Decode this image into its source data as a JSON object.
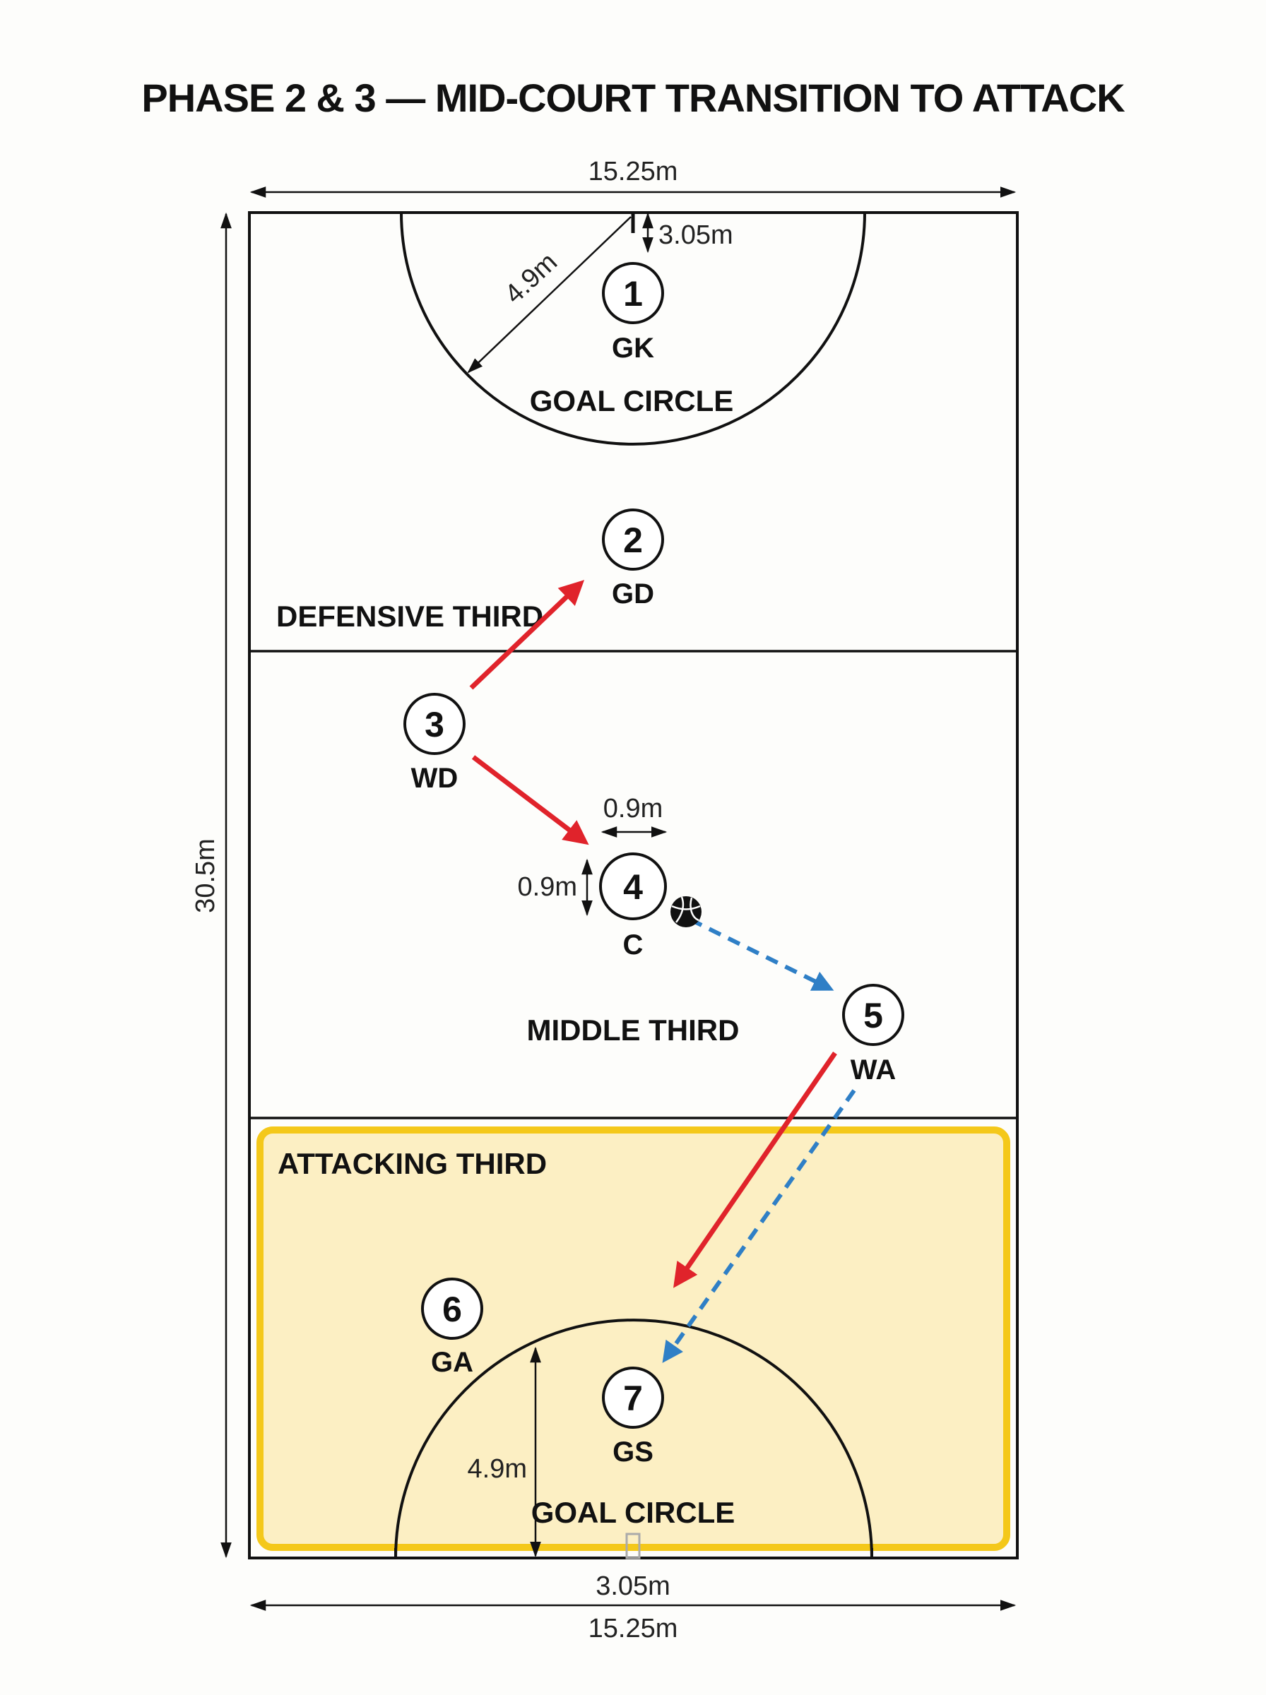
{
  "title": "PHASE 2 & 3 — MID-COURT TRANSITION TO ATTACK",
  "dimensions": {
    "court_width": "15.25m",
    "court_length": "30.5m",
    "circle_radius_top": "4.9m",
    "goal_offset_top": "3.05m",
    "circle_radius_bottom": "4.9m",
    "goal_offset_bottom": "3.05m",
    "player_space_h": "0.9m",
    "player_space_v": "0.9m"
  },
  "zones": {
    "defensive": "DEFENSIVE THIRD",
    "middle": "MIDDLE THIRD",
    "attacking": "ATTACKING THIRD",
    "goal_circle_top": "GOAL CIRCLE",
    "goal_circle_bottom": "GOAL CIRCLE"
  },
  "players": [
    {
      "number": "1",
      "position": "GK"
    },
    {
      "number": "2",
      "position": "GD"
    },
    {
      "number": "3",
      "position": "WD"
    },
    {
      "number": "4",
      "position": "C"
    },
    {
      "number": "5",
      "position": "WA"
    },
    {
      "number": "6",
      "position": "GA"
    },
    {
      "number": "7",
      "position": "GS"
    }
  ],
  "colors": {
    "movement_arrow": "#e0232b",
    "pass_arrow": "#2f7fc6",
    "attacking_fill": "#fcefc3",
    "attacking_border": "#f4c81a",
    "lines": "#111111"
  },
  "icons": {
    "ball": "netball-icon"
  }
}
